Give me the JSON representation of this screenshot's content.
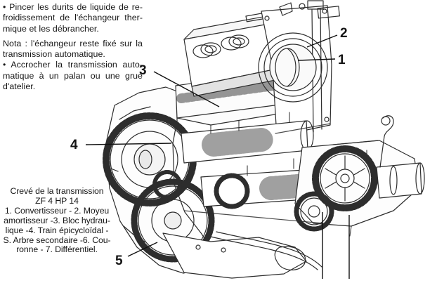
{
  "instructions": {
    "para1": {
      "lines": [
        "• Pincer les durits de liquide de re-",
        "froidissement de l'échangeur ther-",
        "mique et les débrancher."
      ]
    },
    "para2": {
      "lines": [
        "Nota : l'échangeur reste fixé sur la",
        "transmission automatique."
      ]
    },
    "para3": {
      "lines": [
        "• Accrocher la transmission auto-",
        "matique à un palan ou une grue",
        "d'atelier."
      ]
    }
  },
  "caption": {
    "lines": [
      "Crevé de la transmission",
      "ZF 4 HP 14",
      "1. Convertisseur - 2. Moyeu",
      "amortisseur -3. Bloc hydrau-",
      "lique -4. Train épicycloïdal -",
      "S. Arbre secondaire -6. Cou-",
      "ronne - 7. Différentiel."
    ]
  },
  "figure": {
    "callouts": [
      "1",
      "2",
      "3",
      "4",
      "5"
    ]
  },
  "colors": {
    "ink": "#161616",
    "line": "#2d2d2d",
    "paper": "#ffffff"
  }
}
